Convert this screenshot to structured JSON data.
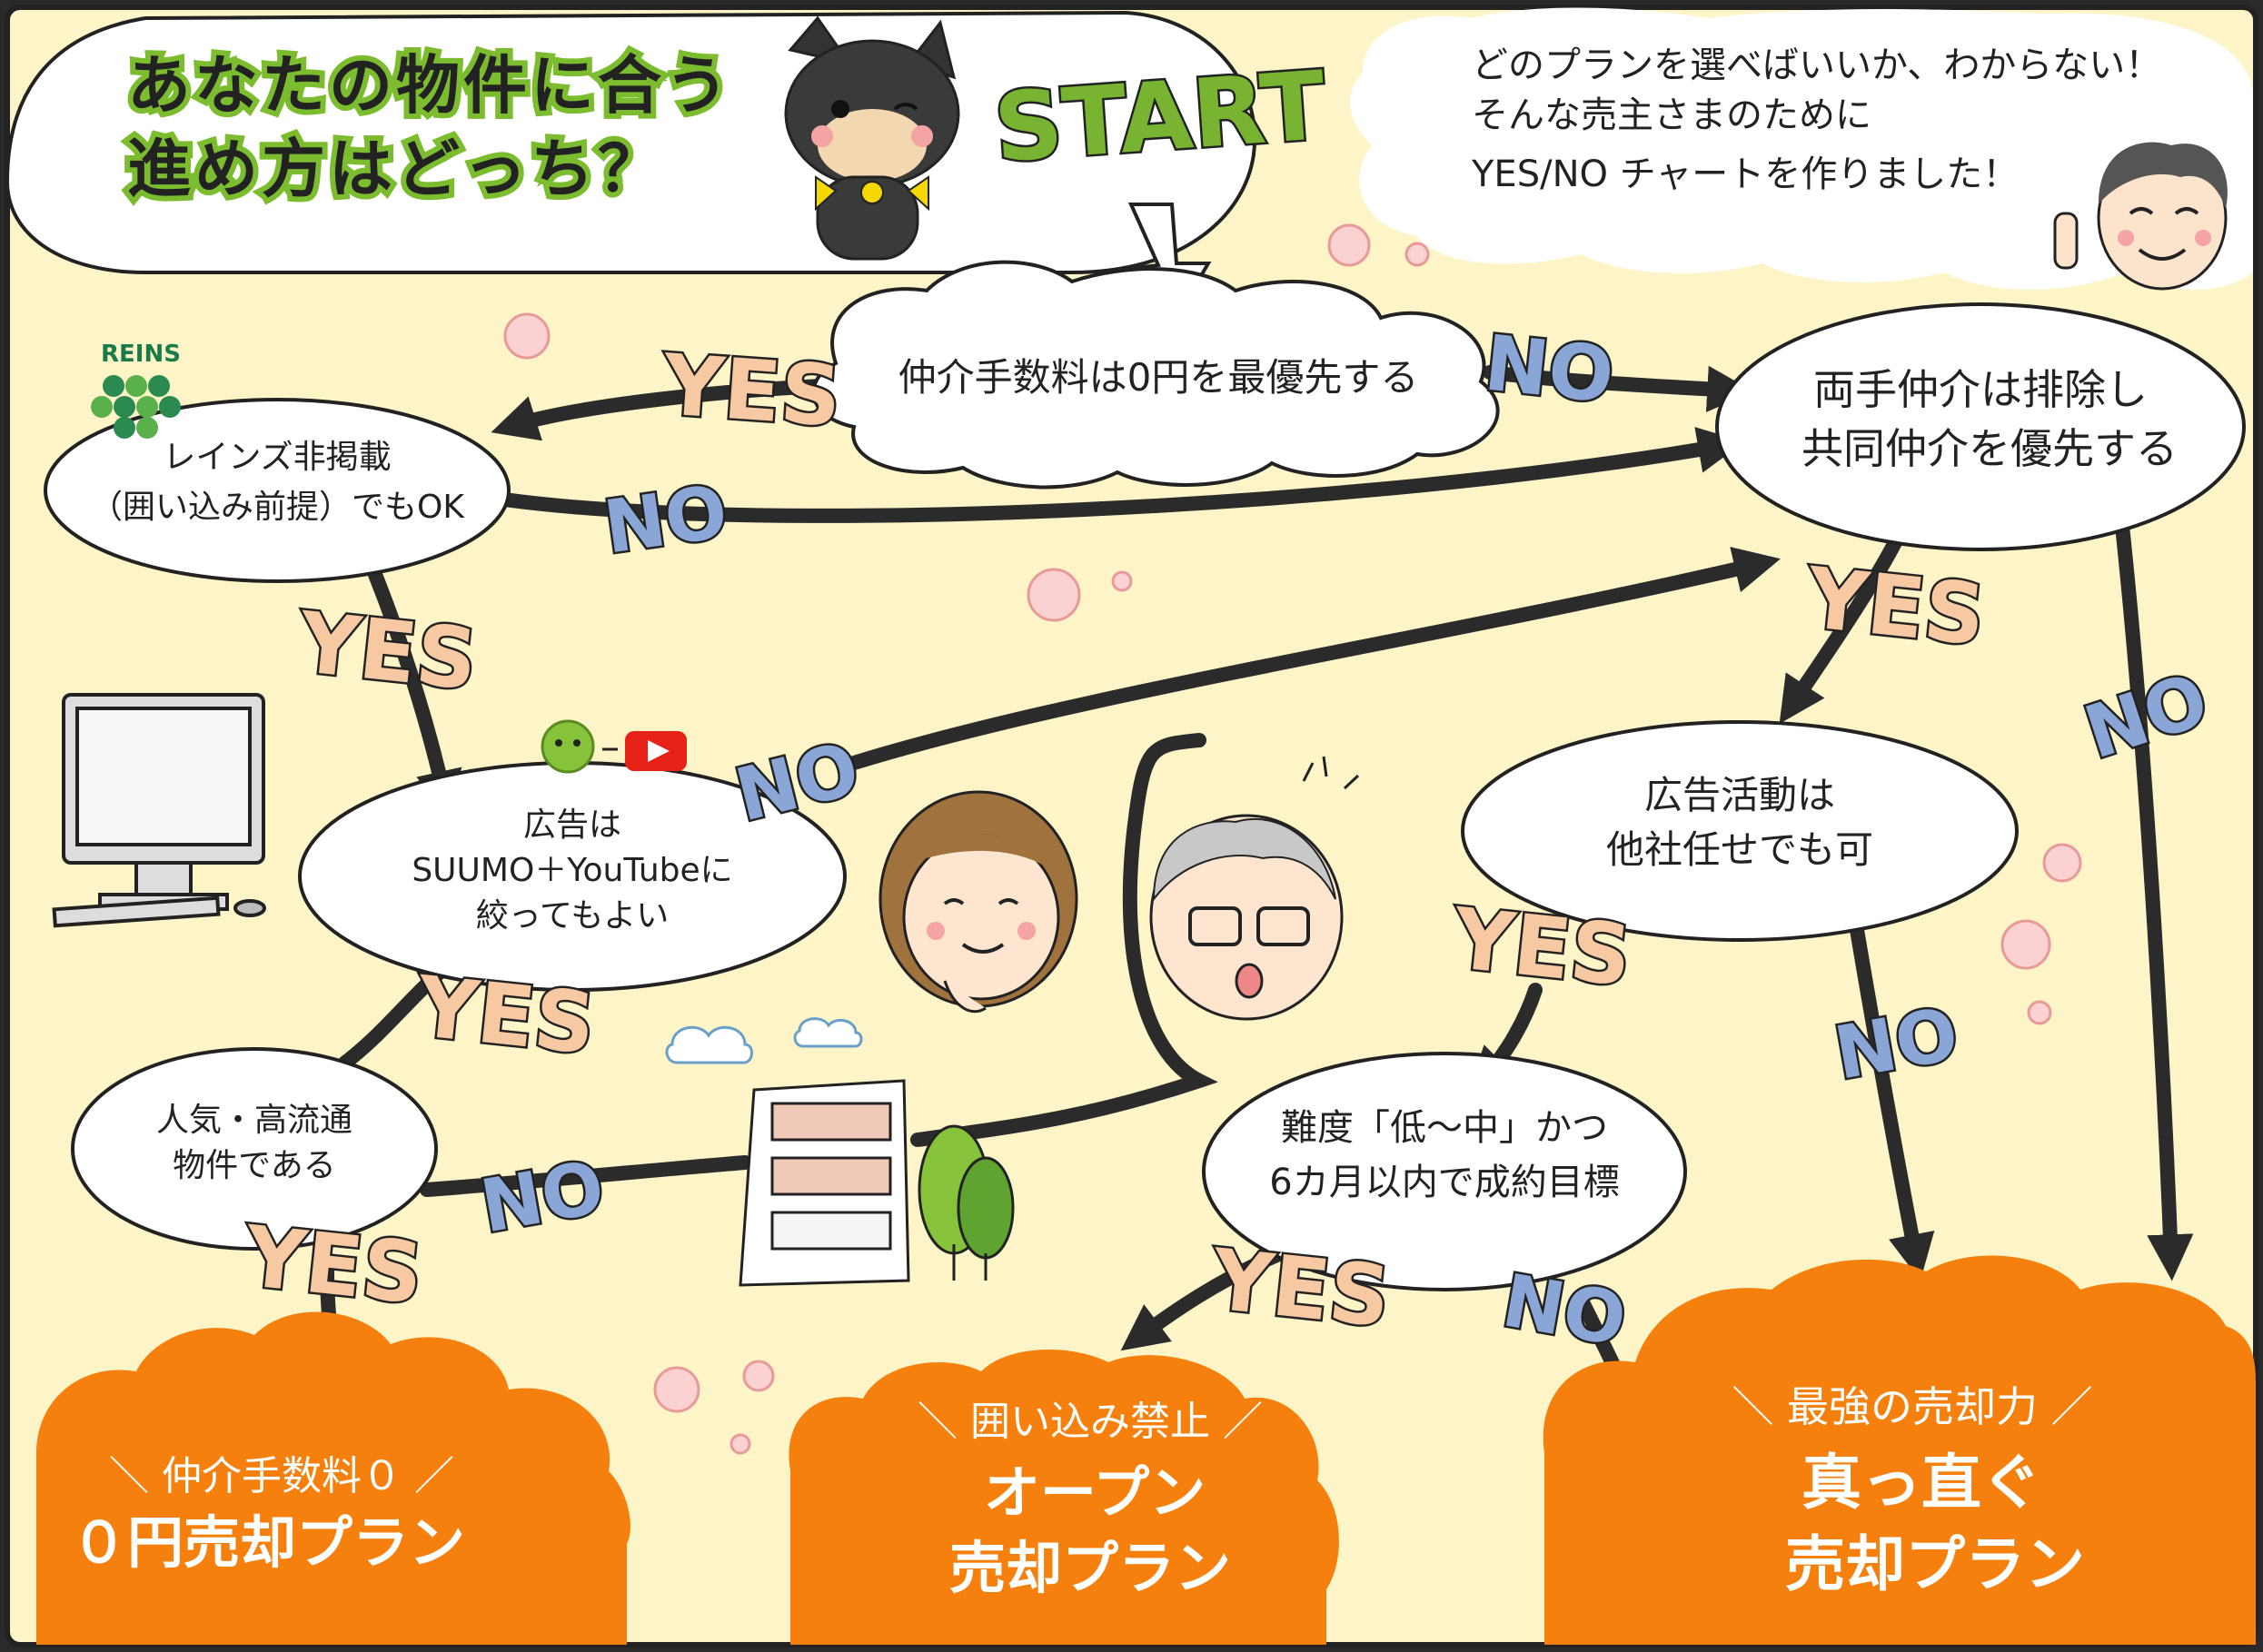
{
  "title": {
    "line1": "あなたの物件に合う",
    "line2": "進め方はどっち？"
  },
  "start_label": "START",
  "intro": {
    "line1": "どのプランを選べばいいか、わからない！",
    "line2": "そんな売主さまのために",
    "line3": "YES/NO チャートを作りました！"
  },
  "logos": {
    "reins_text": "REINS"
  },
  "nodes": {
    "q1": "仲介手数料は0円を最優先する",
    "q2_line1": "レインズ非掲載",
    "q2_line2": "（囲い込み前提）でもOK",
    "q3_line1": "両手仲介は排除し",
    "q3_line2": "共同仲介を優先する",
    "q4_line1": "広告は",
    "q4_line2": "SUUMO＋YouTubeに",
    "q4_line3": "絞ってもよい",
    "q5_line1": "広告活動は",
    "q5_line2": "他社任せでも可",
    "q6_line1": "人気・高流通",
    "q6_line2": "物件である",
    "q7_line1": "難度「低〜中」かつ",
    "q7_line2": "6カ月以内で成約目標"
  },
  "results": {
    "zero": {
      "tag": "＼ 仲介手数料０ ／",
      "name": "０円売却プラン"
    },
    "open": {
      "tag": "＼ 囲い込み禁止 ／",
      "name_line1": "オープン",
      "name_line2": "売却プラン"
    },
    "straight": {
      "tag": "＼ 最強の売却力 ／",
      "name_line1": "真っ直ぐ",
      "name_line2": "売却プラン"
    }
  },
  "edge_labels": {
    "yes": "YES",
    "no": "NO"
  },
  "colors": {
    "background": "#fdf5c8",
    "result_orange": "#f5800d",
    "yes_fill": "#f6c9a3",
    "no_fill": "#8aa6d6",
    "title_green": "#7cbc2f",
    "start_green": "#78b432",
    "line": "#2b2b2b"
  },
  "icons": [
    "reins-logo-icon",
    "suumo-icon",
    "youtube-icon",
    "dog-mascot-icon",
    "man-icon",
    "woman-icon",
    "elder-man-icon",
    "computer-icon",
    "building-icon",
    "sakura-icon",
    "cloud-icon"
  ]
}
